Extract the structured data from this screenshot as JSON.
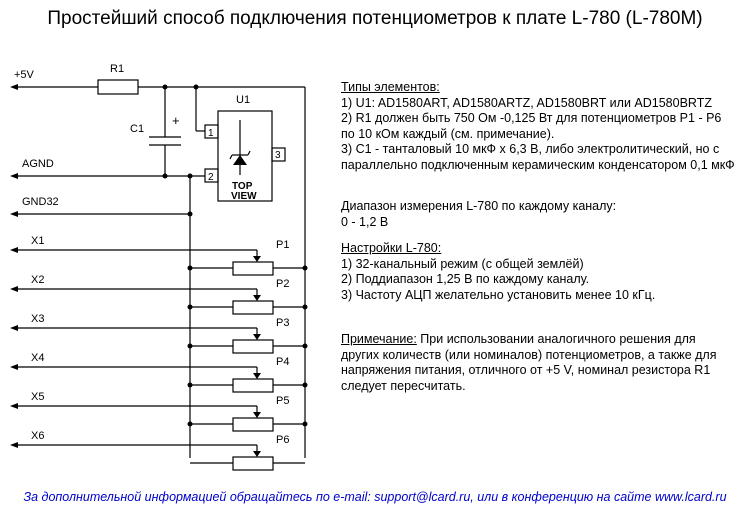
{
  "title": "Простейший способ подключения потенциометров к плате L-780 (L-780M)",
  "schematic": {
    "net_5v": "+5V",
    "net_agnd": "AGND",
    "net_gnd32": "GND32",
    "r1": "R1",
    "c1": "C1",
    "c1_polarity": "+",
    "u1": "U1",
    "u1_top": "TOP",
    "u1_view": "VIEW",
    "pins": [
      "1",
      "2",
      "3"
    ],
    "channels": [
      {
        "x": "X1",
        "p": "P1"
      },
      {
        "x": "X2",
        "p": "P2"
      },
      {
        "x": "X3",
        "p": "P3"
      },
      {
        "x": "X4",
        "p": "P4"
      },
      {
        "x": "X5",
        "p": "P5"
      },
      {
        "x": "X6",
        "p": "P6"
      }
    ]
  },
  "types": {
    "heading": "Типы элементов:",
    "lines": [
      "1) U1:  AD1580ART, AD1580ARTZ, AD1580BRT или AD1580BRTZ",
      "2) R1 должен быть 750 Ом -0,125 Вт для потенциометров P1 - P6",
      "по 10 кОм каждый (см. примечание).",
      "3) C1 - танталовый 10 мкФ х 6,3 В, либо электролитический, но с",
      "параллельно подключенным керамическим конденсатором 0,1 мкФ"
    ]
  },
  "range": {
    "lines": [
      "Диапазон измерения L-780 по каждому каналу:",
      "0 - 1,2 В"
    ]
  },
  "settings": {
    "heading": "Настройки L-780:",
    "lines": [
      "1) 32-канальный режим (с общей землёй)",
      "2) Поддиапазон 1,25 В по каждому каналу.",
      "3) Частоту АЦП желательно установить менее 10 кГц."
    ]
  },
  "note": {
    "heading": "Примечание:",
    "first_line_rest": " При использовании аналогичного решения для",
    "lines": [
      "других количеств (или номиналов) потенциометров, а также для",
      "напряжения питания, отличного от +5 V, номинал резистора R1",
      "следует пересчитать."
    ]
  },
  "footer": "За дополнительной информацией обращайтесь по e-mail: support@lcard.ru,   или в конференцию на сайте www.lcard.ru"
}
